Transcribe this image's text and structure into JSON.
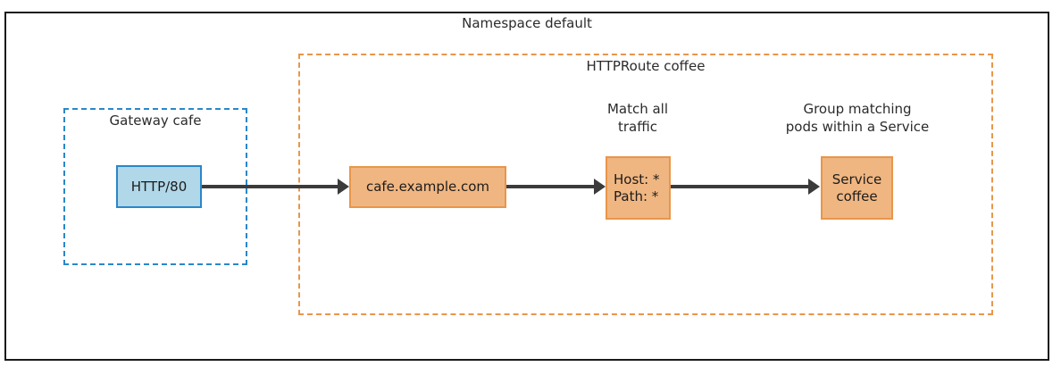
{
  "diagram": {
    "namespace": {
      "label": "Namespace default"
    },
    "httproute": {
      "label": "HTTPRoute coffee"
    },
    "gateway": {
      "label": "Gateway cafe"
    },
    "nodes": {
      "listener": {
        "label": "HTTP/80",
        "fill": "#b0d8e8",
        "stroke": "#2a87c8"
      },
      "hostname": {
        "label": "cafe.example.com",
        "fill": "#f0b681",
        "stroke": "#e8964b"
      },
      "match": {
        "line1": "Host: *",
        "line2": "Path: *",
        "fill": "#f0b681",
        "stroke": "#e8964b"
      },
      "service": {
        "line1": "Service",
        "line2": "coffee",
        "fill": "#f0b681",
        "stroke": "#e8964b"
      }
    },
    "annotations": {
      "match": {
        "line1": "Match all",
        "line2": "traffic"
      },
      "service": {
        "line1": "Group matching",
        "line2": "pods within a Service"
      }
    },
    "colors": {
      "namespace_border": "#1a1a1a",
      "httproute_border": "#e8964b",
      "gateway_border": "#2a87c8",
      "connector": "#3b3b3b",
      "background": "#ffffff"
    }
  }
}
